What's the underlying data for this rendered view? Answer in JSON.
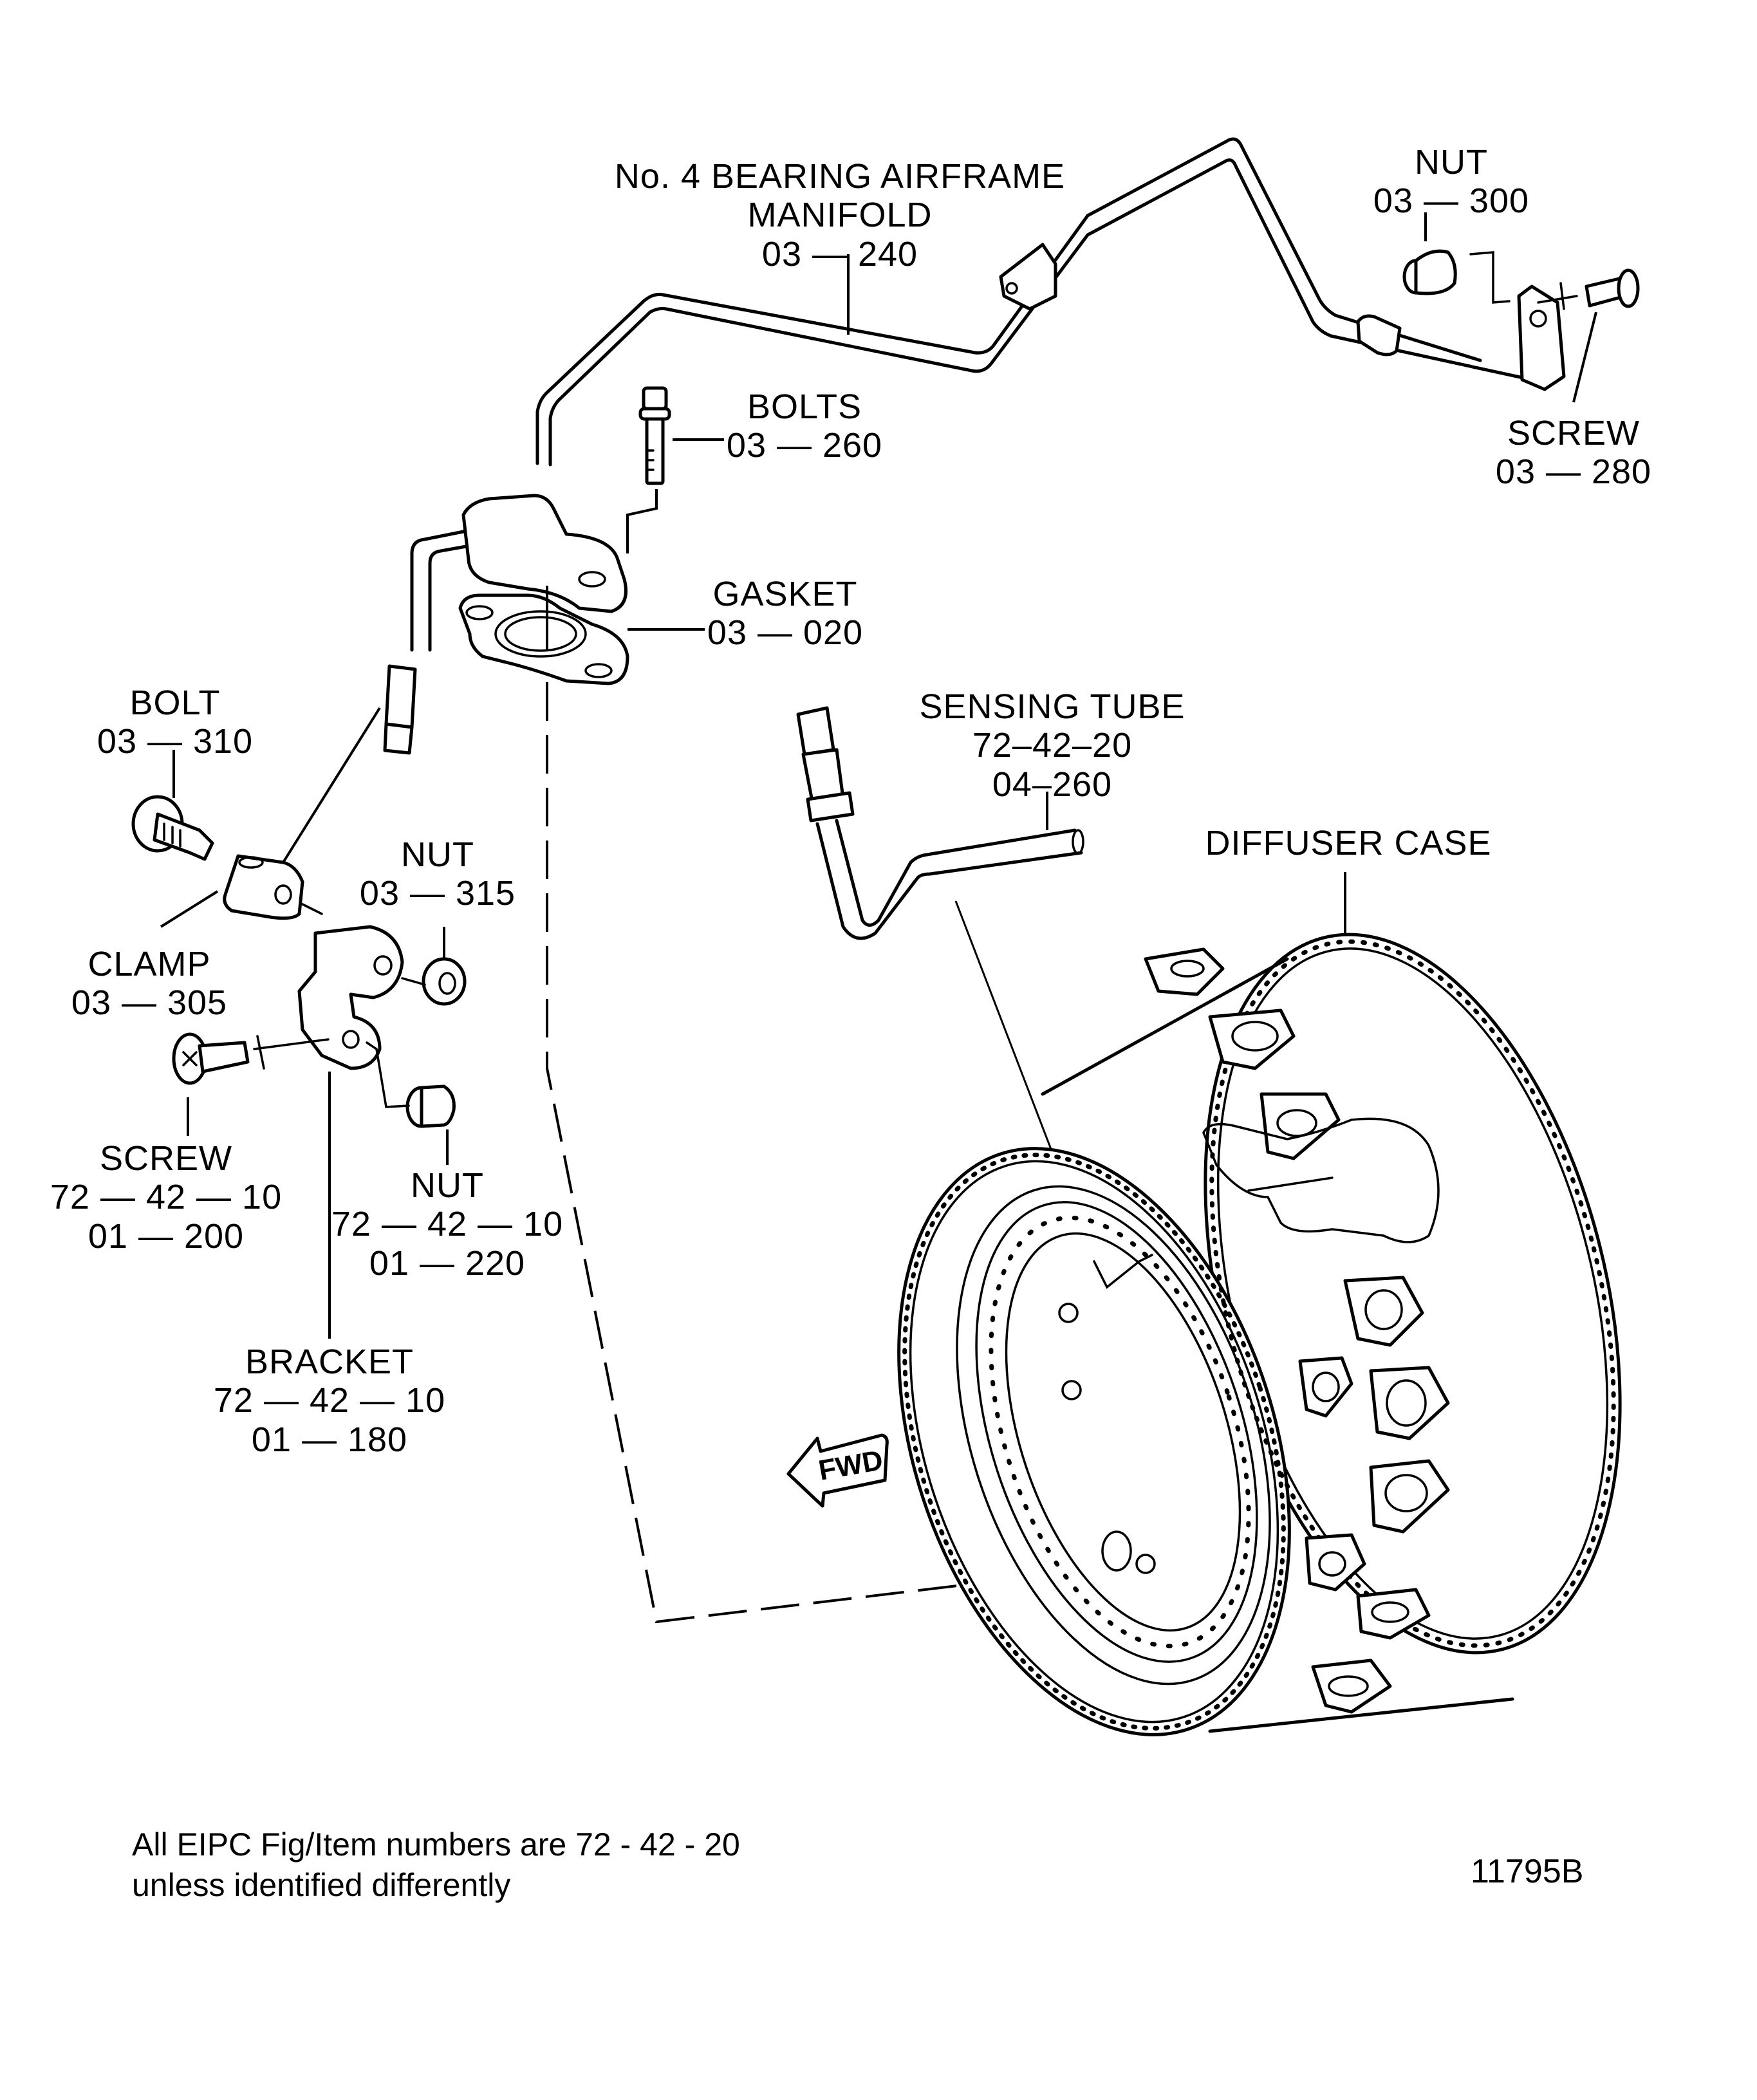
{
  "figure": {
    "figure_number": "11795B",
    "footnote": {
      "line1": "All EIPC Fig/Item numbers are 72 - 42 - 20",
      "line2": "unless identified differently"
    },
    "direction_marker": "FWD"
  },
  "callouts": {
    "manifold": {
      "name_line1": "No. 4 BEARING AIRFRAME",
      "name_line2": "MANIFOLD",
      "item": "03 — 240"
    },
    "nut_300": {
      "name": "NUT",
      "item": "03 — 300"
    },
    "screw_280": {
      "name": "SCREW",
      "item": "03 — 280"
    },
    "bolts_260": {
      "name": "BOLTS",
      "item": "03 — 260"
    },
    "gasket_020": {
      "name": "GASKET",
      "item": "03 — 020"
    },
    "bolt_310": {
      "name": "BOLT",
      "item": "03 — 310"
    },
    "clamp_305": {
      "name": "CLAMP",
      "item": "03 — 305"
    },
    "nut_315": {
      "name": "NUT",
      "item": "03 — 315"
    },
    "screw_200": {
      "name": "SCREW",
      "fig": "72 — 42 — 10",
      "item": "01 — 200"
    },
    "nut_220": {
      "name": "NUT",
      "fig": "72 — 42 — 10",
      "item": "01 — 220"
    },
    "bracket_180": {
      "name": "BRACKET",
      "fig": "72 — 42 — 10",
      "item": "01 — 180"
    },
    "sensing_tube": {
      "name": "SENSING TUBE",
      "fig": "72–42–20",
      "item": "04–260"
    },
    "diffuser_case": {
      "name": "DIFFUSER CASE"
    }
  }
}
